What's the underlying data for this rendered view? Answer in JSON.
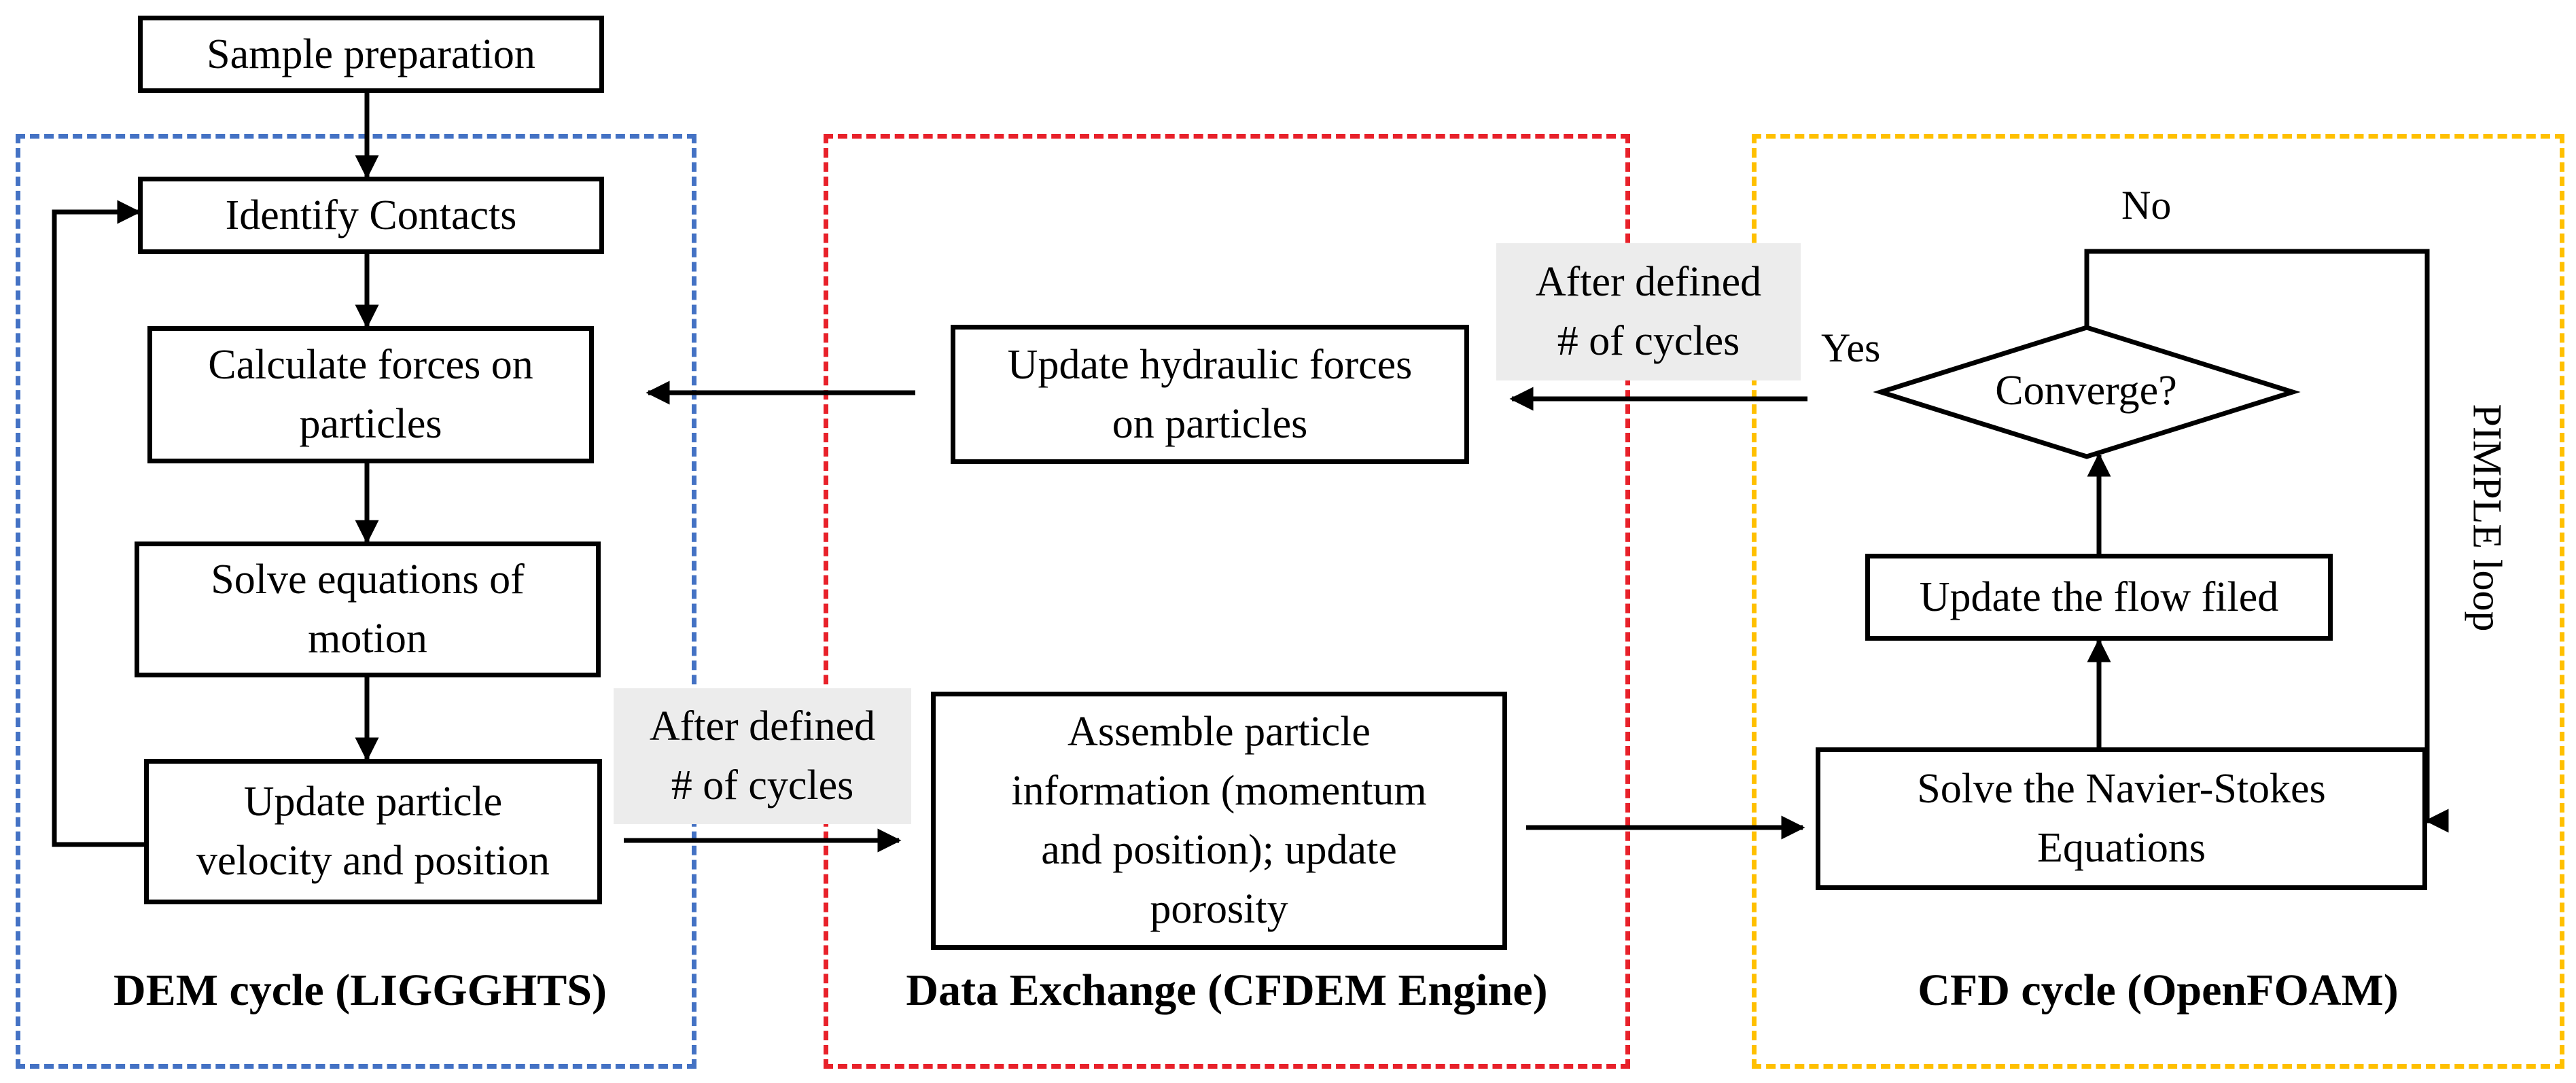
{
  "colors": {
    "dem_border": "#4472c4",
    "exchange_border": "#e8212a",
    "cfd_border": "#ffc000",
    "note_background": "#ececec"
  },
  "dem": {
    "title": "DEM cycle (LIGGGHTS)",
    "sample_preparation": "Sample preparation",
    "identify_contacts": "Identify Contacts",
    "calculate_forces": "Calculate forces on\nparticles",
    "solve_motion": "Solve equations of\nmotion",
    "update_particle": "Update particle\nvelocity and position"
  },
  "exchange": {
    "title": "Data Exchange (CFDEM Engine)",
    "update_hydraulic": "Update hydraulic forces\non particles",
    "assemble_info": "Assemble particle\ninformation (momentum\nand position); update\nporosity"
  },
  "cfd": {
    "title": "CFD cycle (OpenFOAM)",
    "converge": "Converge?",
    "update_flow": "Update the flow filed",
    "solve_ns": "Solve the Navier-Stokes\nEquations",
    "yes_label": "Yes",
    "no_label": "No",
    "loop_label": "PIMPLE loop"
  },
  "notes": {
    "after_cycles_left": "After defined\n# of cycles",
    "after_cycles_right": "After defined\n# of cycles"
  }
}
